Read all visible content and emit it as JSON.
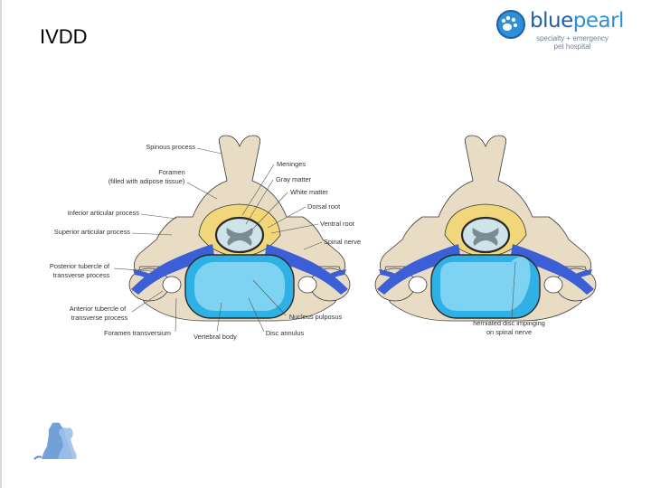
{
  "slide": {
    "title": "IVDD"
  },
  "logo": {
    "word_part1": "blue",
    "word_part2": "pearl",
    "tagline_line1": "specialty + emergency",
    "tagline_line2": "pet hospital",
    "colors": {
      "primary": "#1f5fa8",
      "accent": "#2f8fd4"
    }
  },
  "diagram": {
    "normal_labels": {
      "spinous_process": "Spinous process",
      "foramen_line1": "Foramen",
      "foramen_line2": "(filled with adipose tissue)",
      "inferior_articular": "Inferior articular process",
      "superior_articular": "Superior articular process",
      "posterior_tubercle_line1": "Posterior tubercle of",
      "posterior_tubercle_line2": "transverse process",
      "anterior_tubercle_line1": "Anterior tubercle of",
      "anterior_tubercle_line2": "transverse process",
      "foramen_transversium": "Foramen transversium",
      "vertebral_body": "Vertebral body",
      "disc_annulus": "Disc annulus",
      "nucleus_pulposus": "Nucleus pulposus",
      "meninges": "Meninges",
      "gray_matter": "Gray matter",
      "white_matter": "White matter",
      "dorsal_root": "Dorsal root",
      "ventral_root": "Ventral root",
      "spinal_nerve": "Spinal nerve"
    },
    "herniated_labels": {
      "herniated_line1": "herniated disc impinging",
      "herniated_line2": "on spinal nerve"
    },
    "colors": {
      "bone": "#e8dcc4",
      "bone_stroke": "#3a3a3a",
      "meninges": "#f2d77a",
      "cord": "#cfe3ea",
      "gray_matter": "#7a8b94",
      "nerve": "#3b5fd6",
      "disc_annulus": "#2fb1e6",
      "nucleus": "#7ed3f3"
    }
  },
  "mascot": {
    "icon": "dog-cat-silhouette-icon"
  }
}
